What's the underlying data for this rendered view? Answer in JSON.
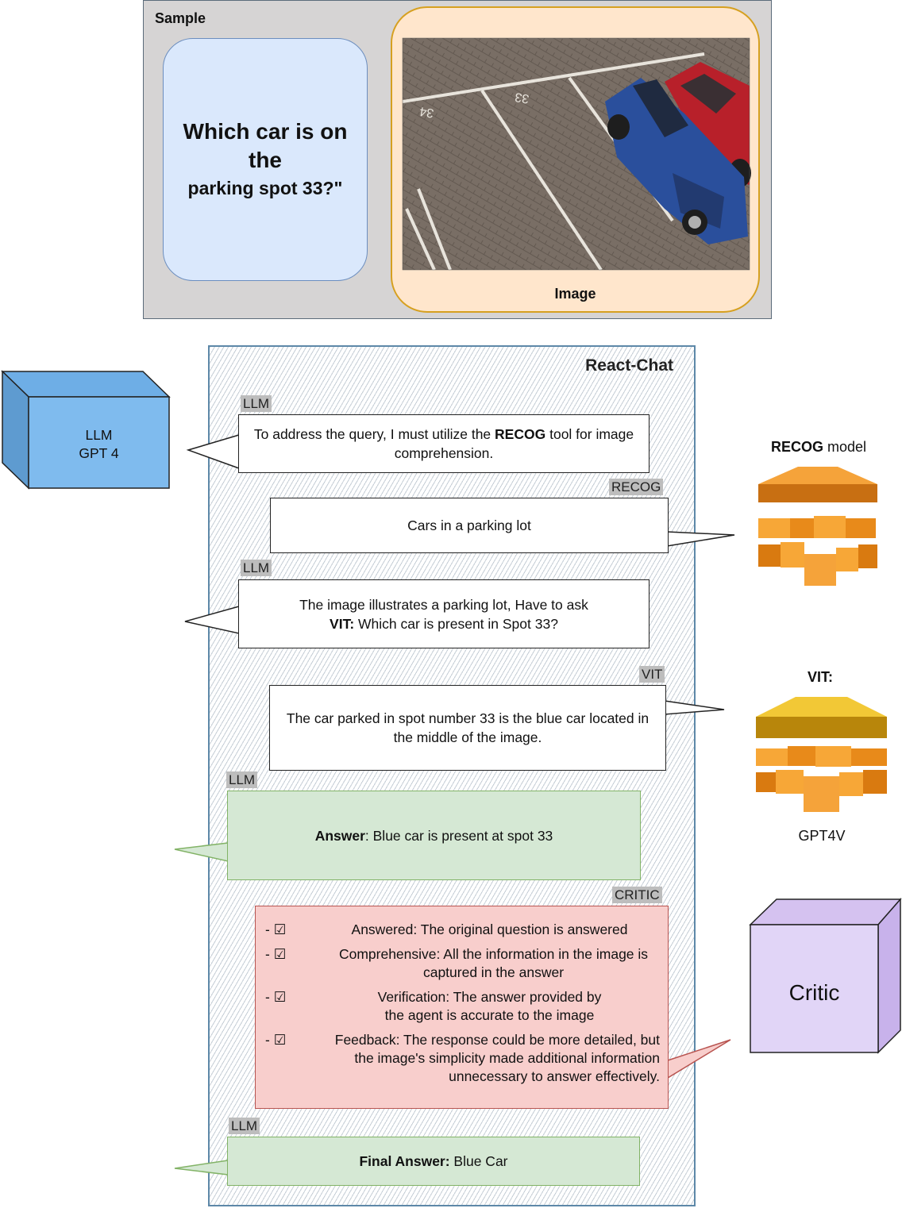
{
  "sample": {
    "label": "Sample",
    "question_line1": "Which car is on the",
    "question_line2": "parking spot 33?\"",
    "image_caption": "Image"
  },
  "chat": {
    "title": "React-Chat",
    "messages": [
      {
        "tag": "LLM",
        "text_pre": "To address the query, I must utilize the ",
        "text_bold": "RECOG",
        "text_post": " tool for image comprehension."
      },
      {
        "tag": "RECOG",
        "text": "Cars in a parking lot"
      },
      {
        "tag": "LLM",
        "text_line1": "The image illustrates a parking lot, Have to ask",
        "text_bold": "VIT:",
        "text_post": " Which car is present in Spot 33?"
      },
      {
        "tag": "VIT",
        "text": "The car parked in spot number 33 is the blue car located in the middle of the image."
      },
      {
        "tag": "LLM",
        "text_bold": "Answer",
        "text_post": ": Blue car is present at spot 33"
      },
      {
        "tag": "CRITIC"
      },
      {
        "tag": "LLM",
        "text_bold": "Final Answer:",
        "text_post": " Blue Car"
      }
    ],
    "critic_items": [
      {
        "check": "- ☑",
        "text": "Answered: The original question is answered"
      },
      {
        "check": "- ☑",
        "text": "Comprehensive: All the information in the image is captured in the answer"
      },
      {
        "check": "- ☑",
        "text": "Verification: The answer provided by the agent is accurate to the image"
      },
      {
        "check": "- ☑",
        "text": "Feedback: The response could be more detailed, but the image's simplicity made additional information unnecessary to answer effectively."
      }
    ]
  },
  "models": {
    "llm_line1": "LLM",
    "llm_line2": "GPT 4",
    "recog_bold": "RECOG",
    "recog_rest": " model",
    "vit_label": "VIT:",
    "vit_sub": "GPT4V",
    "critic_label": "Critic"
  },
  "colors": {
    "llm_cube": "#6eaee6",
    "recog_cube": "#f5a33a",
    "vit_cube": "#e8b830",
    "critic_cube": "#e1d5f7"
  }
}
